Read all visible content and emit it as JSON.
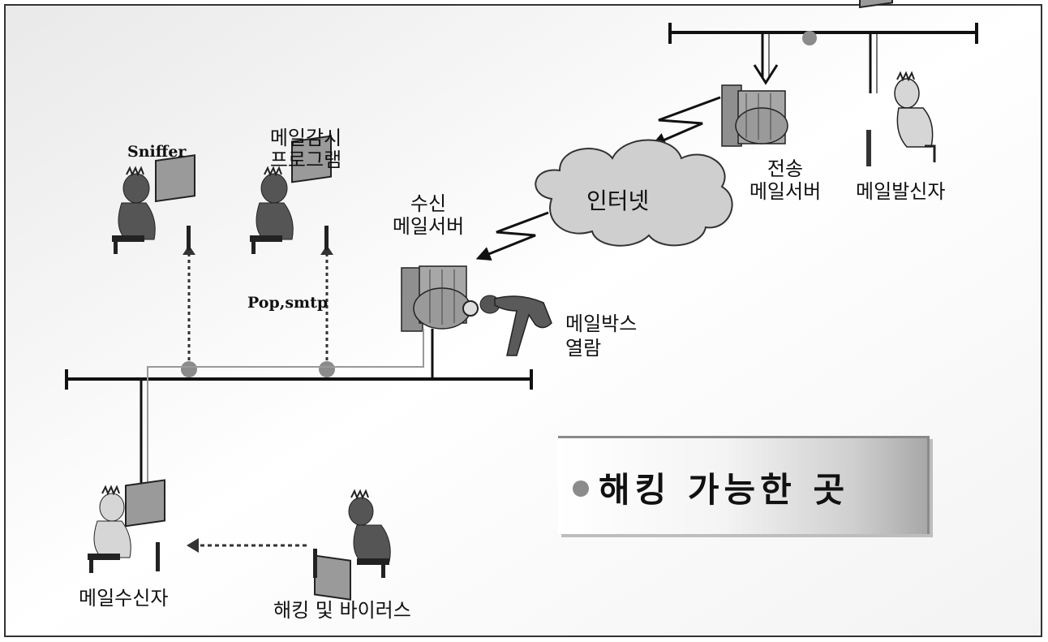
{
  "labels": {
    "sniffer": "Sniffer",
    "mail_monitor_line1": "메일감시",
    "mail_monitor_line2": "프로그램",
    "pop_smtp": "Pop,smtp",
    "recv_server_line1": "수신",
    "recv_server_line2": "메일서버",
    "internet": "인터넷",
    "send_server_line1": "전송",
    "send_server_line2": "메일서버",
    "mail_sender": "메일발신자",
    "mailbox_line1": "메일박스",
    "mailbox_line2": "열람",
    "mail_receiver": "메일수신자",
    "hacking_virus": "해킹 및 바이러스"
  },
  "legend": {
    "text": "해킹 가능한 곳",
    "dot_color": "#8b8b8b"
  },
  "colors": {
    "line": "#111111",
    "tap_dot": "#8b8b8b",
    "cloud": "#cfcfcf",
    "figure": "#4a4a4a",
    "monitor": "#9a9a9a",
    "server": "#a7a7a7"
  }
}
